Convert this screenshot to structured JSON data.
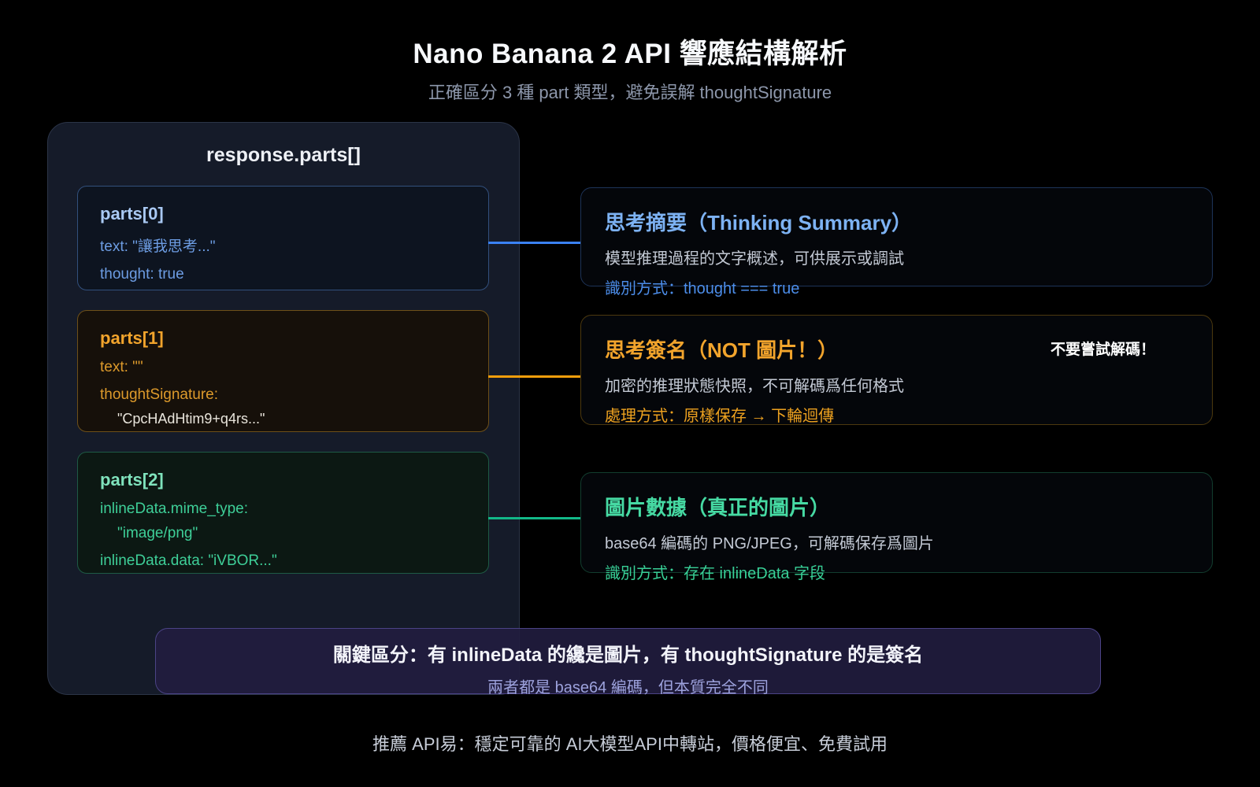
{
  "header": {
    "title": "Nano Banana 2 API 響應結構解析",
    "subtitle": "正確區分 3 種 part 類型，避免誤解 thoughtSignature"
  },
  "panel": {
    "header": "response.parts[]",
    "parts": [
      {
        "title": "parts[0]",
        "line1": "text: \"讓我思考...\"",
        "line2": "thought: true"
      },
      {
        "title": "parts[1]",
        "line1": "text: \"\"",
        "line2": "thoughtSignature:",
        "line3": "\"CpcHAdHtim9+q4rs...\""
      },
      {
        "title": "parts[2]",
        "line1": "inlineData.mime_type:",
        "line2": "\"image/png\"",
        "line3": "inlineData.data: \"iVBOR...\""
      }
    ]
  },
  "explanations": [
    {
      "title": "思考摘要（Thinking Summary）",
      "body": "模型推理過程的文字概述，可供展示或調試",
      "hint": "識別方式：thought === true"
    },
    {
      "title": "思考簽名（NOT 圖片！）",
      "badge": "不要嘗試解碼！",
      "body": "加密的推理狀態快照，不可解碼爲任何格式",
      "hint": "處理方式：原樣保存 → 下輪迴傳"
    },
    {
      "title": "圖片數據（真正的圖片）",
      "body": "base64 編碼的 PNG/JPEG，可解碼保存爲圖片",
      "hint": "識別方式：存在 inlineData 字段"
    }
  ],
  "banner": {
    "line1": "關鍵區分：有 inlineData 的纔是圖片，有 thoughtSignature 的是簽名",
    "line2": "兩者都是 base64 編碼，但本質完全不同"
  },
  "footer": {
    "text": "推薦 API易：穩定可靠的 AI大模型API中轉站，價格便宜、免費試用"
  },
  "colors": {
    "accent_blue": "#3b82f6",
    "accent_orange": "#f59e0b",
    "accent_green": "#10b981"
  }
}
